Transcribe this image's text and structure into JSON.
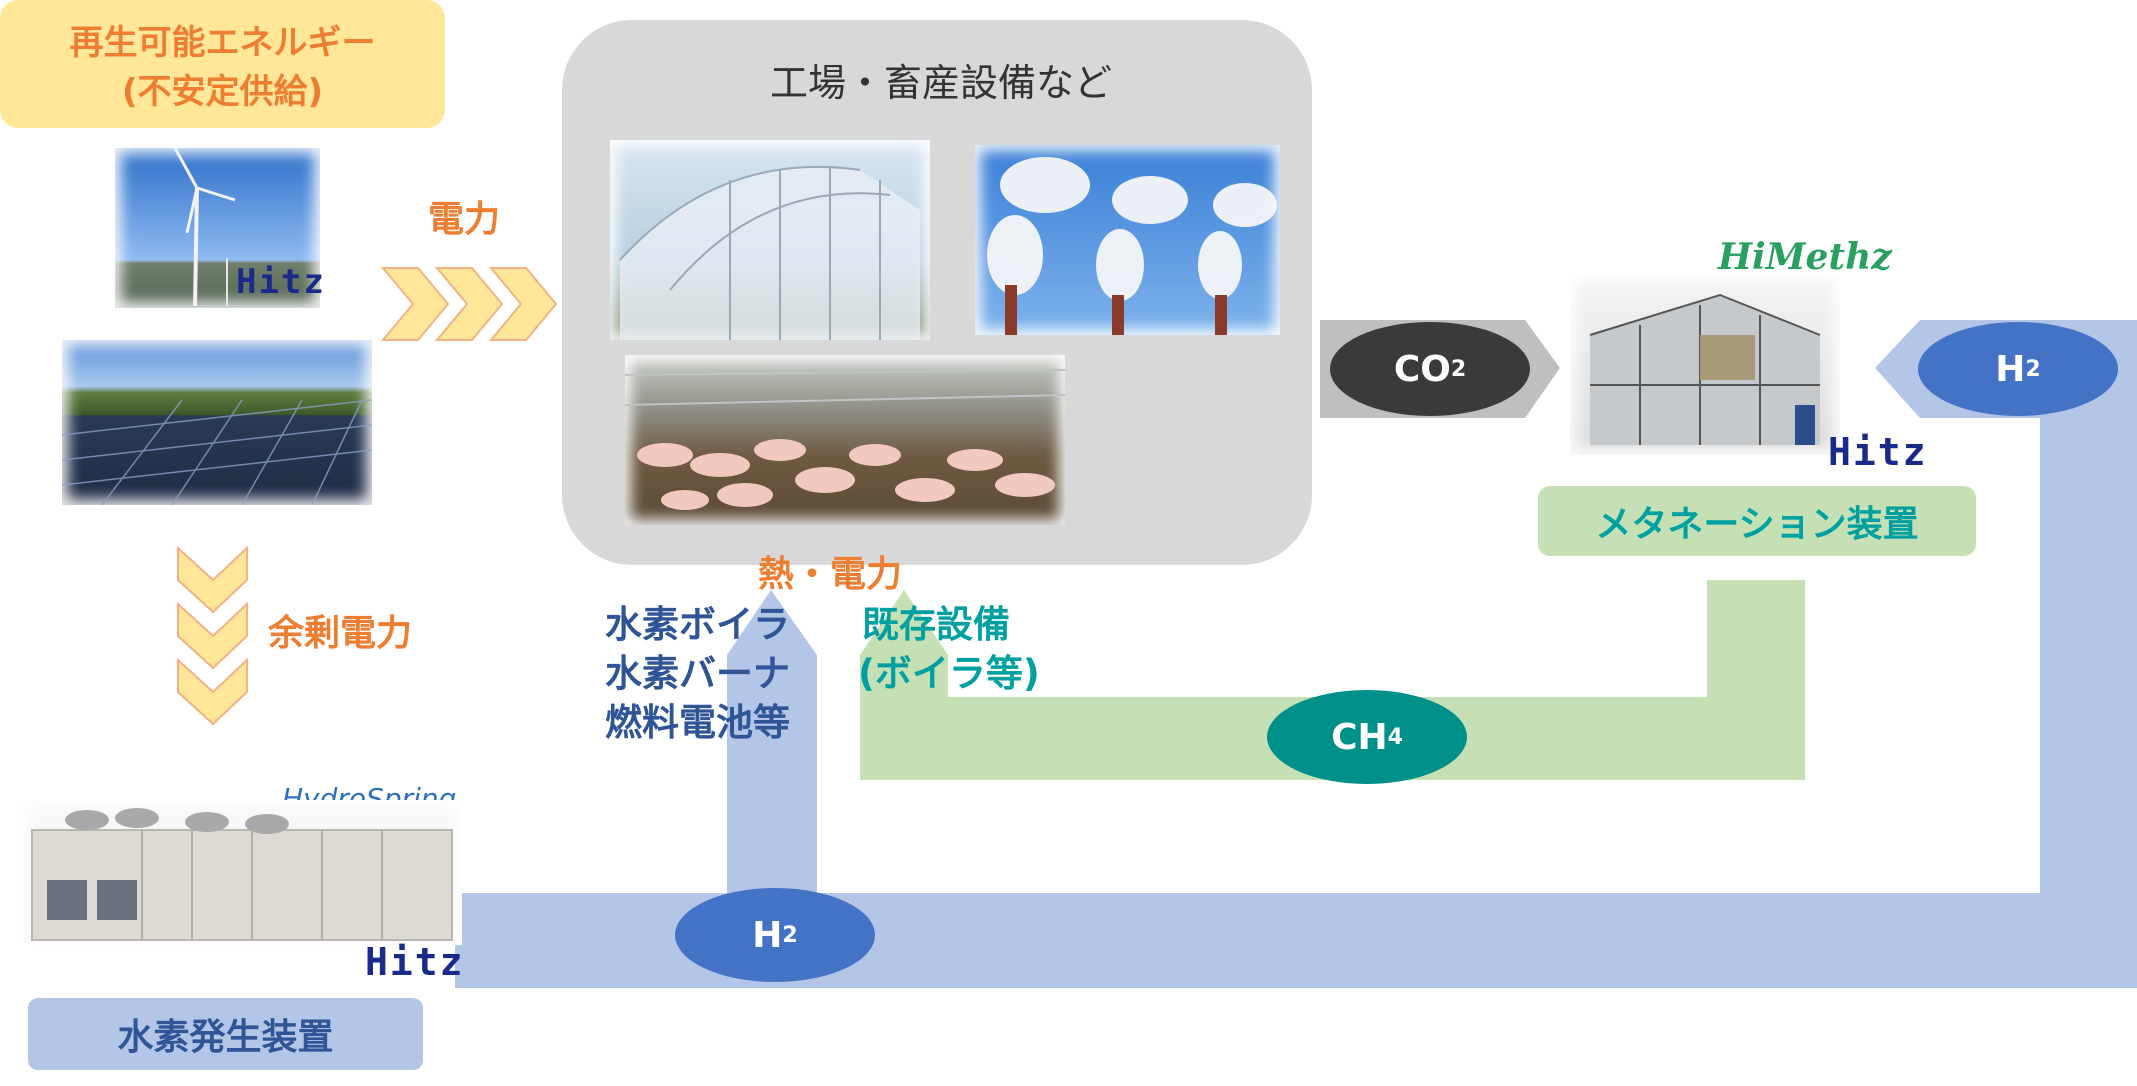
{
  "renewable": {
    "line1": "再生可能エネルギー",
    "line2": "(不安定供給)"
  },
  "flows": {
    "electricity": "電力",
    "surplus": "余剰電力",
    "heat_power": "熱・電力"
  },
  "facility": {
    "title": "工場・畜産設備など"
  },
  "hydrogen_uses": {
    "line1": "水素ボイラ",
    "line2": "水素バーナ",
    "line3": "燃料電池等"
  },
  "existing": {
    "line1": "既存設備",
    "line2": "(ボイラ等)"
  },
  "gases": {
    "co2": {
      "main": "CO",
      "sub": "2"
    },
    "ch4": {
      "main": "CH",
      "sub": "4"
    },
    "h2_right": {
      "main": "H",
      "sub": "2"
    },
    "h2_bottom": {
      "main": "H",
      "sub": "2"
    }
  },
  "methanation": {
    "brand": "HiMethz",
    "label": "メタネーション装置",
    "logo": "Hitz"
  },
  "generator": {
    "brand": "HydroSpring",
    "label": "水素発生装置",
    "logo": "Hitz"
  },
  "wind_logo": "Hitz",
  "colors": {
    "orange_text": "#ed7d31",
    "yellow_box": "#ffe699",
    "blue_pipe": "#b4c6e7",
    "blue_ellipse": "#4472c4",
    "blue_text": "#2f5597",
    "green_pipe": "#c5e0b4",
    "green_text": "#00a0a0",
    "teal_ellipse": "#00908a",
    "gray_box": "#d9d8d8",
    "co2_arrow": "#bfbfbf",
    "co2_ellipse": "#3a3a3a"
  }
}
